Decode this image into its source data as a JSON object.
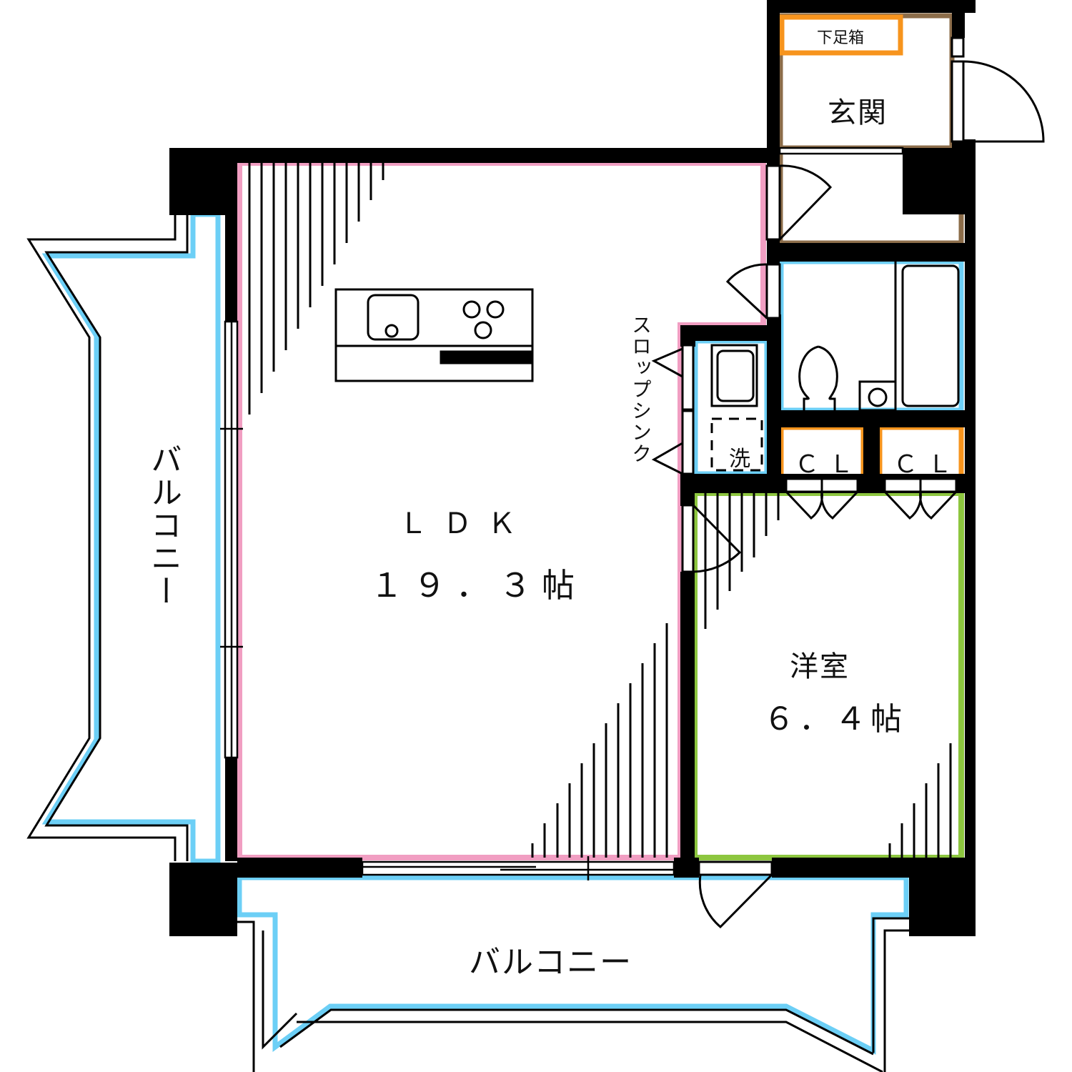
{
  "colors": {
    "wall": "#000000",
    "ldk_outline": "#f19ec2",
    "wet_area_outline": "#6ccff6",
    "western_room_outline": "#8dc63f",
    "entrance_outline": "#8c6d4a",
    "storage_outline": "#f7941d"
  },
  "rooms": {
    "ldk": {
      "name": "ＬＤＫ",
      "size": "１９．３帖"
    },
    "western": {
      "name": "洋室",
      "size": "６．４帖"
    },
    "entrance": {
      "name": "玄関"
    },
    "shoe_cabinet": {
      "name": "下足箱"
    },
    "closet_1": {
      "name": "ＣＬ"
    },
    "closet_2": {
      "name": "ＣＬ"
    },
    "washer": {
      "name": "洗"
    },
    "slop_sink": {
      "name": "スロップシンク"
    },
    "balcony_west": {
      "name": "バルコニー"
    },
    "balcony_south": {
      "name": "バルコニー"
    }
  },
  "fixtures": {
    "kitchen": "kitchen-counter",
    "sink": "sink",
    "stove": "three-burner-stove",
    "toilet": "toilet",
    "bathtub": "bathtub",
    "washbasin": "washbasin",
    "washing_machine_pan": "washing-machine-pan"
  }
}
